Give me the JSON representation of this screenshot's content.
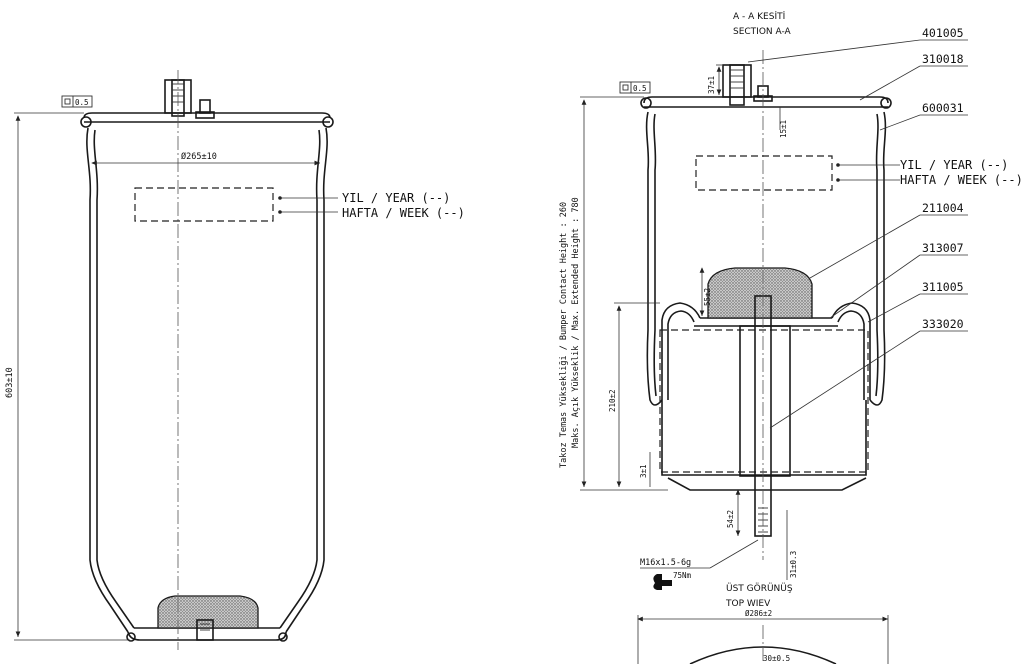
{
  "section_title": {
    "line1": "A - A KESİTİ",
    "line2": "SECTION A-A"
  },
  "top_view_title": {
    "line1": "ÜST GÖRÜNÜŞ",
    "line2": "TOP WIEV"
  },
  "part_numbers": [
    "401005",
    "310018",
    "600031",
    "211004",
    "313007",
    "311005",
    "333020"
  ],
  "left_view": {
    "diameter": "Ø265±10",
    "height": "603±10",
    "flatness_symbol": "0.5",
    "year_label": "YIL / YEAR (--)",
    "week_label": "HAFTA / WEEK (--)"
  },
  "right_view": {
    "flatness_symbol": "0.5",
    "year_label": "YIL / YEAR (--)",
    "week_label": "HAFTA / WEEK (--)",
    "vertical_note_1": "Takoz Temas Yüksekliği / Bumper Contact Height : 260",
    "vertical_note_2": "Maks. Açık Yükseklik / Max. Extended Height : 780",
    "dim_37": "37±1",
    "dim_15": "15±1",
    "dim_55": "55±2",
    "dim_210": "210±2",
    "dim_3": "3±1",
    "dim_54": "54±2",
    "dim_31": "31±0.3",
    "thread": "M16x1.5-6g",
    "torque": "75Nm"
  },
  "top_view": {
    "diameter": "Ø286±2",
    "dim_30": "30±0.5"
  }
}
